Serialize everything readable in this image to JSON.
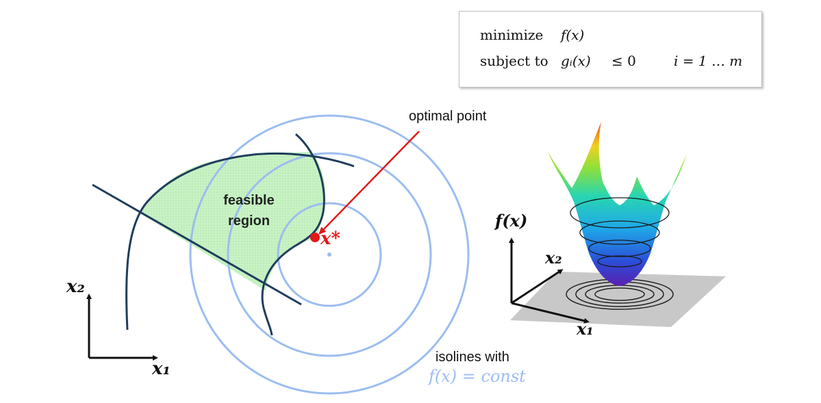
{
  "problem": {
    "row1": {
      "keyword": "minimize",
      "expression": "f(x)"
    },
    "row2": {
      "keyword": "subject to",
      "expression": "gᵢ(x)",
      "relation": "≤ 0",
      "index": "i = 1 … m"
    }
  },
  "diagram_left": {
    "region_label_line1": "feasible",
    "region_label_line2": "region",
    "optimum_label": "x*",
    "callout": "optimal point",
    "axis_x": "x₁",
    "axis_y": "x₂",
    "isoline_caption_line1": "isolines with",
    "isoline_caption_line2": "f(x) = const"
  },
  "diagram_right": {
    "axis_vertical": "f(x)",
    "axis_depth": "x₂",
    "axis_horizontal": "x₁"
  },
  "colors": {
    "feasible_fill": "#c8f2c4",
    "constraint_curve": "#1f3d5c",
    "isoline": "#9bbdf0",
    "optimum": "#e31818",
    "isoline_caption": "#9bbdf0"
  }
}
